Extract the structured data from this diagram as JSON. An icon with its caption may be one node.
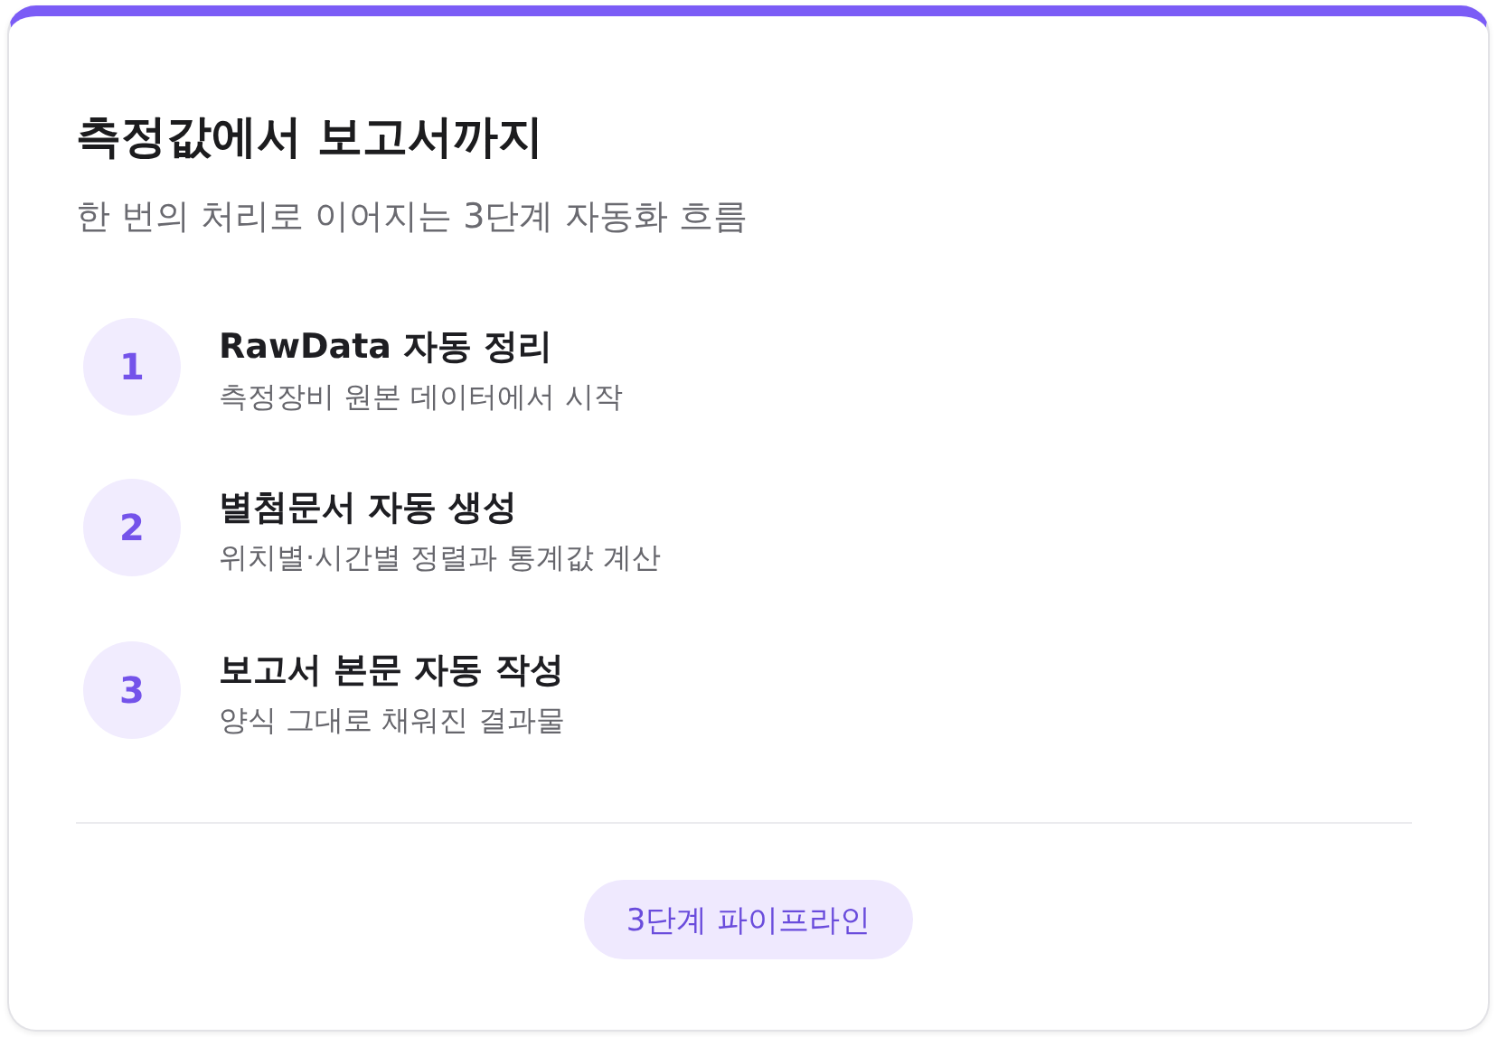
{
  "diagram": {
    "nodes": [
      {
        "text": [
          "측정값에서 보고서까지",
          "한 번의 처리로 이어지는 3단계 자동화 흐름"
        ]
      },
      {
        "text": [
          "1"
        ],
        "in": 0,
        "beside": [
          "RawData 자동 정리",
          "측정장비 원본 데이터에서 시작"
        ]
      },
      {
        "text": [
          "2"
        ],
        "in": 0,
        "beside": [
          "별첨문서 자동 생성",
          "위치별·시간별 정렬과 통계값 계산"
        ]
      },
      {
        "text": [
          "3"
        ],
        "in": 0,
        "beside": [
          "보고서 본문 자동 작성",
          "양식 그대로 채워진 결과물"
        ]
      },
      {
        "text": [
          "3단계 파이프라인"
        ],
        "in": 0
      }
    ]
  }
}
